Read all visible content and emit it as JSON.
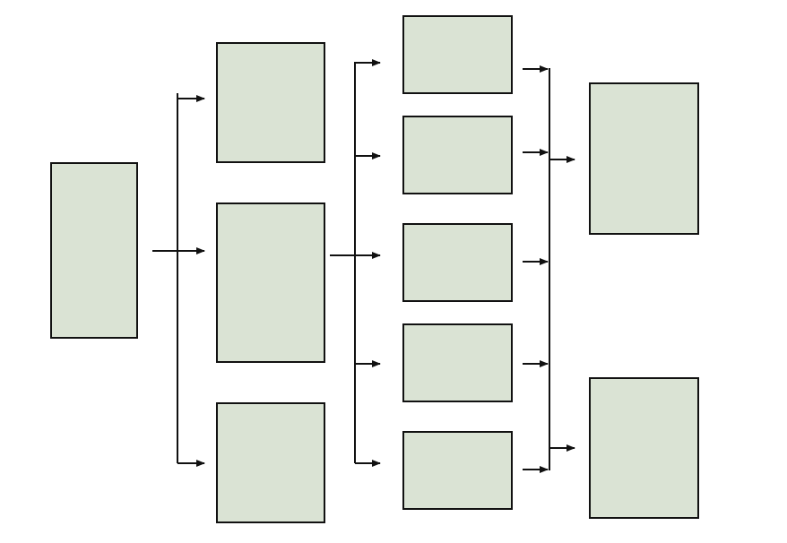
{
  "diagram": {
    "type": "flowchart",
    "box_fill": "#dae3d4",
    "box_stroke": "#111111",
    "line_color": "#111111",
    "boxes": [
      {
        "id": "source",
        "label": ""
      },
      {
        "id": "stage2-top",
        "label": ""
      },
      {
        "id": "stage2-middle",
        "label": ""
      },
      {
        "id": "stage2-bottom",
        "label": ""
      },
      {
        "id": "stage3-1",
        "label": ""
      },
      {
        "id": "stage3-2",
        "label": ""
      },
      {
        "id": "stage3-3",
        "label": ""
      },
      {
        "id": "stage3-4",
        "label": ""
      },
      {
        "id": "stage3-5",
        "label": ""
      },
      {
        "id": "output-top",
        "label": ""
      },
      {
        "id": "output-bottom",
        "label": ""
      }
    ],
    "connections": [
      {
        "from": "source",
        "to": "stage2-top"
      },
      {
        "from": "source",
        "to": "stage2-middle"
      },
      {
        "from": "source",
        "to": "stage2-bottom"
      },
      {
        "from": "stage2-middle",
        "to": "stage3-1"
      },
      {
        "from": "stage2-middle",
        "to": "stage3-2"
      },
      {
        "from": "stage2-middle",
        "to": "stage3-3"
      },
      {
        "from": "stage2-middle",
        "to": "stage3-4"
      },
      {
        "from": "stage2-middle",
        "to": "stage3-5"
      },
      {
        "from": "stage3-1",
        "to": "output-top"
      },
      {
        "from": "stage3-2",
        "to": "output-top"
      },
      {
        "from": "stage3-3",
        "to": "output-top"
      },
      {
        "from": "stage3-4",
        "to": "output-bottom"
      },
      {
        "from": "stage3-5",
        "to": "output-bottom"
      }
    ]
  }
}
